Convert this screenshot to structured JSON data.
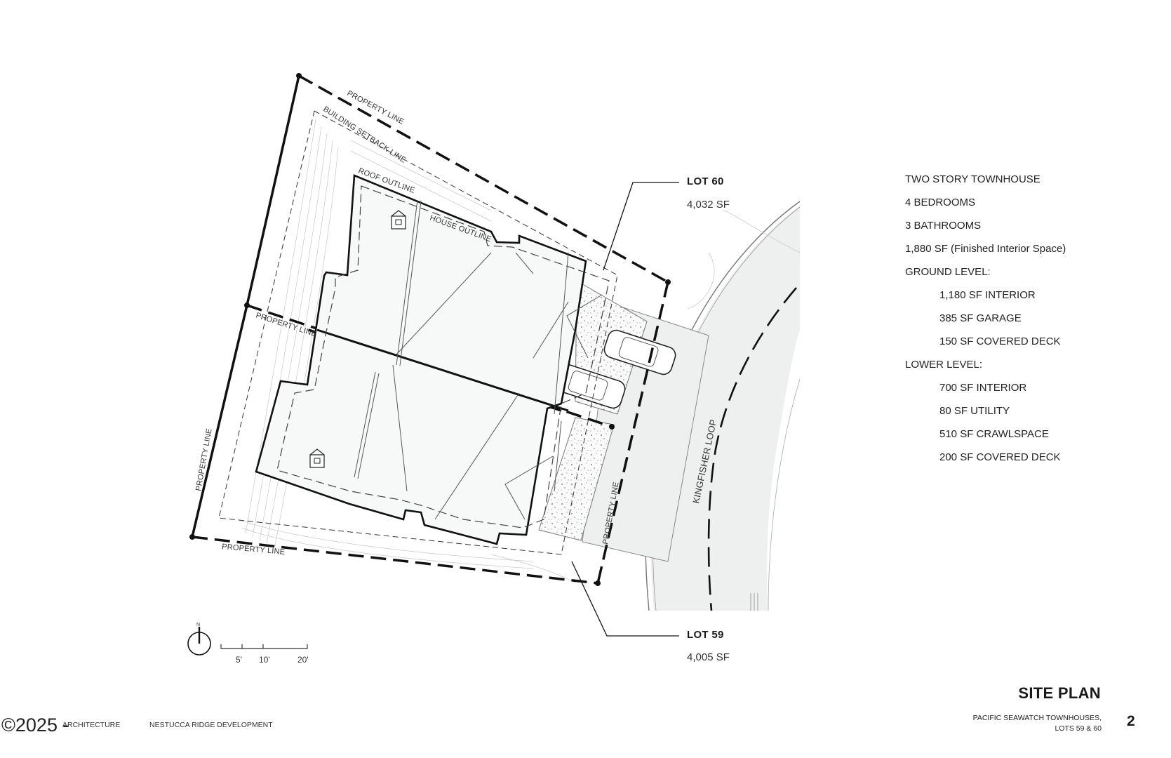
{
  "lots": {
    "lot60": {
      "label": "LOT 60",
      "area": "4,032 SF"
    },
    "lot59": {
      "label": "LOT 59",
      "area": "4,005 SF"
    }
  },
  "plan_labels": {
    "property_line": "PROPERTY LINE",
    "building_setback": "BUILDING SETBACK LINE",
    "roof_outline": "ROOF OUTLINE",
    "house_outline": "HOUSE OUTLINE",
    "street": "KINGFISHER LOOP"
  },
  "scale_bar": {
    "labels": [
      "5'",
      "10'",
      "20'"
    ]
  },
  "info": {
    "items": [
      {
        "text": "TWO STORY TOWNHOUSE",
        "indent": false
      },
      {
        "text": "4 BEDROOMS",
        "indent": false
      },
      {
        "text": "3 BATHROOMS",
        "indent": false
      },
      {
        "text": "1,880 SF (Finished Interior Space)",
        "indent": false
      },
      {
        "text": "GROUND LEVEL:",
        "indent": false
      },
      {
        "text": "1,180 SF INTERIOR",
        "indent": true
      },
      {
        "text": "385 SF GARAGE",
        "indent": true
      },
      {
        "text": "150 SF COVERED DECK",
        "indent": true
      },
      {
        "text": "LOWER LEVEL:",
        "indent": false
      },
      {
        "text": "700 SF INTERIOR",
        "indent": true
      },
      {
        "text": "80 SF UTILITY",
        "indent": true
      },
      {
        "text": "510 SF CRAWLSPACE",
        "indent": true
      },
      {
        "text": "200 SF COVERED DECK",
        "indent": true
      }
    ]
  },
  "title_block": {
    "title": "SITE PLAN",
    "subtitle_line1": "PACIFIC SEAWATCH TOWNHOUSES,",
    "subtitle_line2": "LOTS 59 & 60",
    "page": "2"
  },
  "footer": {
    "architect": "ARCHITECTURE",
    "developer": "NESTUCCA RIDGE DEVELOPMENT",
    "copyright": "©2025 -"
  },
  "colors": {
    "ink": "#1a1a1a",
    "paving": "#eef0f0",
    "line": "#555555"
  }
}
